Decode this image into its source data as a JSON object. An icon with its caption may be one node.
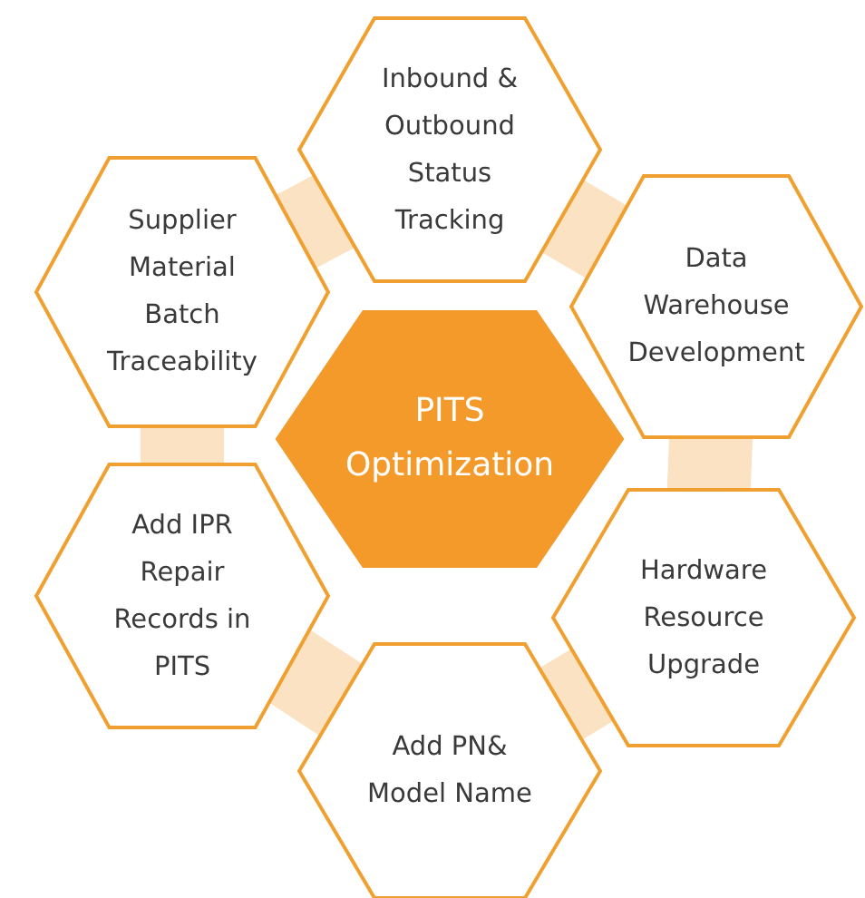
{
  "diagram": {
    "nodes": [
      {
        "text": [
          "PITS Optimization"
        ]
      },
      {
        "text": [
          "Inbound & Outbound Status Tracking"
        ]
      },
      {
        "text": [
          "Data Warehouse Development"
        ]
      },
      {
        "text": [
          "Hardware Resource Upgrade"
        ]
      },
      {
        "text": [
          "Add PN& Model Name"
        ]
      },
      {
        "text": [
          "Add IPR Repair Records in PITS"
        ]
      },
      {
        "text": [
          "Supplier Material Batch Traceability"
        ]
      }
    ]
  }
}
